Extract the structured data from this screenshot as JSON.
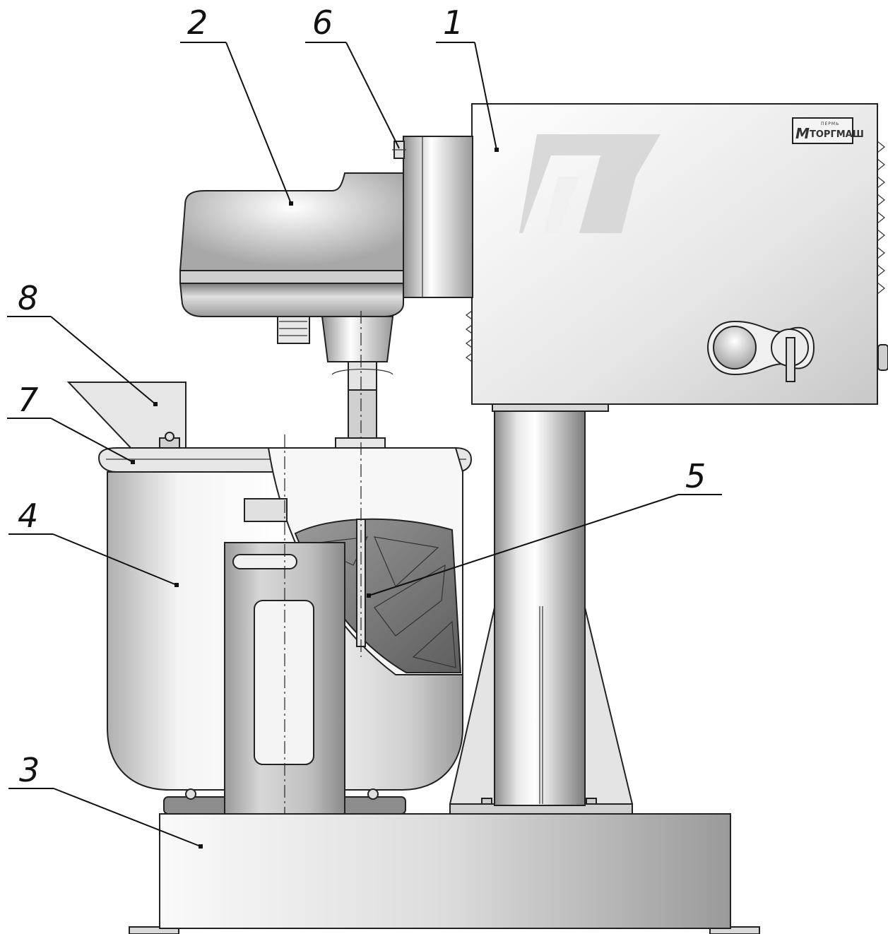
{
  "brand": {
    "mark": "М",
    "name": "ТОРГМАШ",
    "city": "ПЕРМЬ",
    "watermark": "М"
  },
  "callouts": [
    {
      "num": "1",
      "part": "drive-housing"
    },
    {
      "num": "2",
      "part": "gearbox-head"
    },
    {
      "num": "3",
      "part": "base"
    },
    {
      "num": "4",
      "part": "bowl"
    },
    {
      "num": "5",
      "part": "beater"
    },
    {
      "num": "6",
      "part": "locking-pin"
    },
    {
      "num": "7",
      "part": "bowl-rim"
    },
    {
      "num": "8",
      "part": "loading-chute"
    }
  ],
  "colors": {
    "line": "#222222",
    "metal_light": "#f2f2f2",
    "metal_dark": "#8c8c8c",
    "background": "#ffffff"
  }
}
